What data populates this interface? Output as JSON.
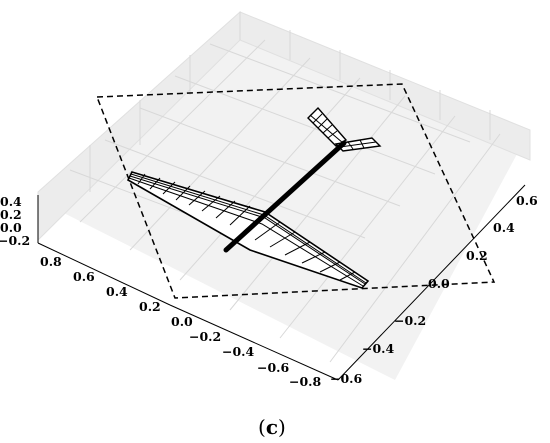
{
  "figure": {
    "caption": {
      "open": "(",
      "letter": "c",
      "close": ")"
    },
    "axes": {
      "z_ticks": [
        "0.4",
        "0.2",
        "0.0",
        "−0.2"
      ],
      "y_ticks_left": [
        "0.8",
        "0.6",
        "0.4",
        "0.2",
        "0.0"
      ],
      "x_ticks_front": [
        "−0.2",
        "−0.4",
        "−0.6",
        "−0.8"
      ],
      "y_ticks_right": [
        "0.6",
        "0.4",
        "0.2",
        "0.0",
        "−0.2",
        "−0.4",
        "−0.6"
      ]
    },
    "elements": {
      "fuselage": "fuselage",
      "main_wing": "main wing",
      "tail": "tail surfaces",
      "plane_outline": "dashed plane"
    },
    "colors": {
      "pane": "#f2f2f2",
      "pane_grid": "#d8d8d8",
      "structure": "#000000"
    }
  }
}
